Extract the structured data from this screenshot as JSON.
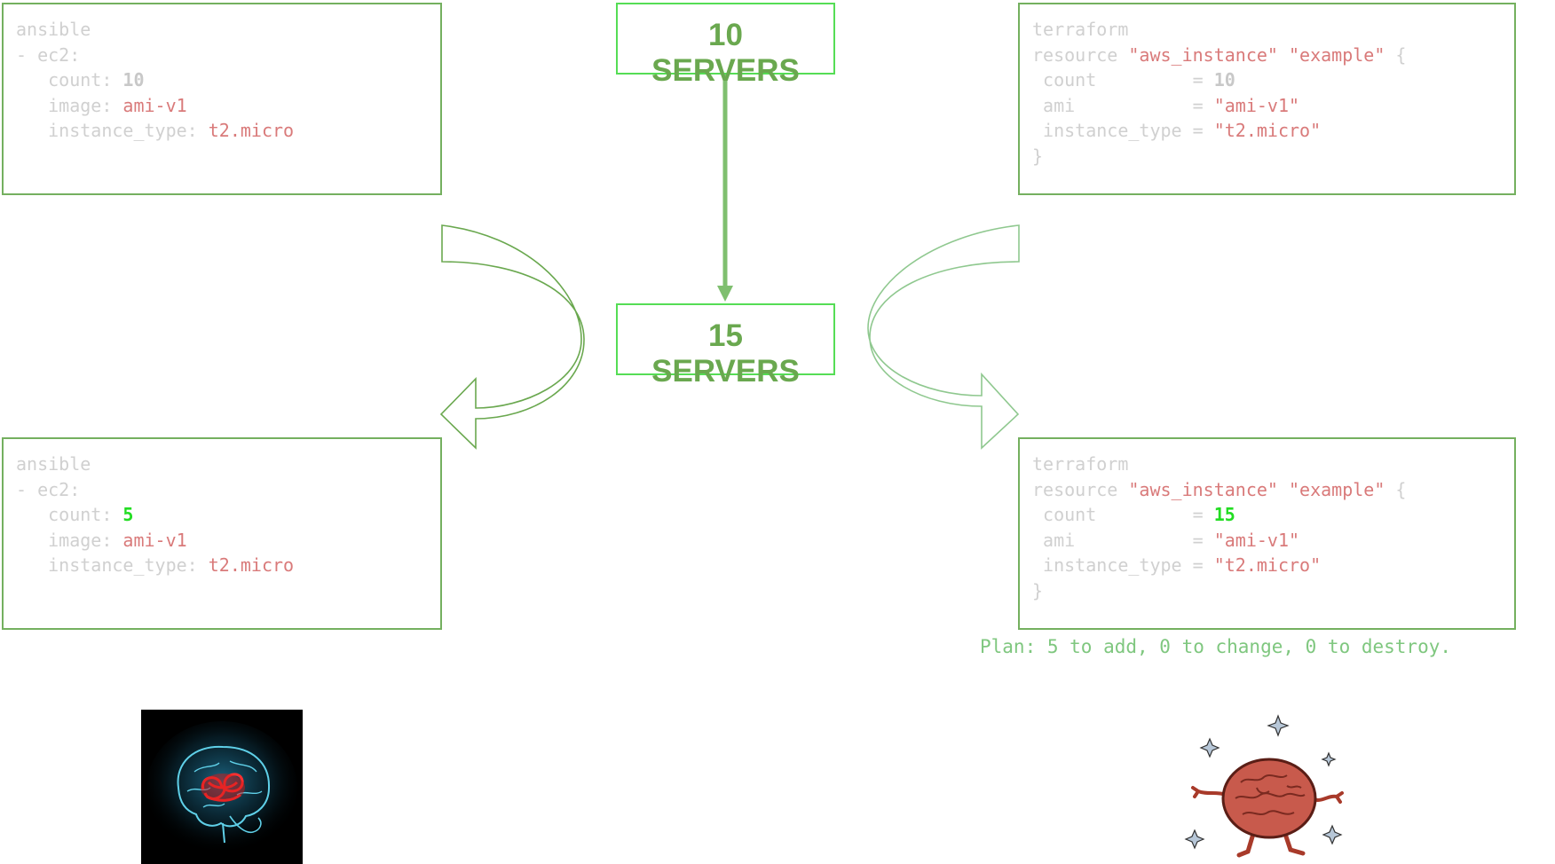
{
  "top_left": {
    "lines": [
      [
        {
          "t": "ansible",
          "c": "k"
        }
      ],
      [
        {
          "t": "- ec2:",
          "c": "k"
        }
      ],
      [
        {
          "t": "   count: ",
          "c": "k"
        },
        {
          "t": "10",
          "c": "n"
        }
      ],
      [
        {
          "t": "   image: ",
          "c": "k"
        },
        {
          "t": "ami-v1",
          "c": "s"
        }
      ],
      [
        {
          "t": "   instance_type: ",
          "c": "k"
        },
        {
          "t": "t2.micro",
          "c": "s"
        }
      ]
    ]
  },
  "bottom_left": {
    "lines": [
      [
        {
          "t": "ansible",
          "c": "k"
        }
      ],
      [
        {
          "t": "- ec2:",
          "c": "k"
        }
      ],
      [
        {
          "t": "   count: ",
          "c": "k"
        },
        {
          "t": "5",
          "c": "nh"
        }
      ],
      [
        {
          "t": "   image: ",
          "c": "k"
        },
        {
          "t": "ami-v1",
          "c": "s"
        }
      ],
      [
        {
          "t": "   instance_type: ",
          "c": "k"
        },
        {
          "t": "t2.micro",
          "c": "s"
        }
      ]
    ]
  },
  "top_right": {
    "lines": [
      [
        {
          "t": "terraform",
          "c": "k"
        }
      ],
      [
        {
          "t": "resource ",
          "c": "k"
        },
        {
          "t": "\"aws_instance\" \"example\"",
          "c": "s"
        },
        {
          "t": " {",
          "c": "k"
        }
      ],
      [
        {
          "t": " count         = ",
          "c": "k"
        },
        {
          "t": "10",
          "c": "n"
        }
      ],
      [
        {
          "t": " ami           = ",
          "c": "k"
        },
        {
          "t": "\"ami-v1\"",
          "c": "s"
        }
      ],
      [
        {
          "t": " instance_type = ",
          "c": "k"
        },
        {
          "t": "\"t2.micro\"",
          "c": "s"
        }
      ],
      [
        {
          "t": "}",
          "c": "k"
        }
      ]
    ]
  },
  "bottom_right": {
    "lines": [
      [
        {
          "t": "terraform",
          "c": "k"
        }
      ],
      [
        {
          "t": "resource ",
          "c": "k"
        },
        {
          "t": "\"aws_instance\" \"example\"",
          "c": "s"
        },
        {
          "t": " {",
          "c": "k"
        }
      ],
      [
        {
          "t": " count         = ",
          "c": "k"
        },
        {
          "t": "15",
          "c": "nh"
        }
      ],
      [
        {
          "t": " ami           = ",
          "c": "k"
        },
        {
          "t": "\"ami-v1\"",
          "c": "s"
        }
      ],
      [
        {
          "t": " instance_type = ",
          "c": "k"
        },
        {
          "t": "\"t2.micro\"",
          "c": "s"
        }
      ],
      [
        {
          "t": "}",
          "c": "k"
        }
      ]
    ]
  },
  "servers_top": {
    "line1": "10",
    "line2": "SERVERS"
  },
  "servers_bottom": {
    "line1": "15",
    "line2": "SERVERS"
  },
  "plan_text": "Plan: 5 to add, 0 to change, 0 to destroy.",
  "icons": {
    "knotted_brain": "knotted-brain-image",
    "walking_brain": "walking-brain-image"
  },
  "colors": {
    "box_border": "#74b05f",
    "server_border": "#55dd55",
    "server_text": "#6aa84f",
    "highlight": "#22dd22",
    "string": "#d97a7a"
  }
}
